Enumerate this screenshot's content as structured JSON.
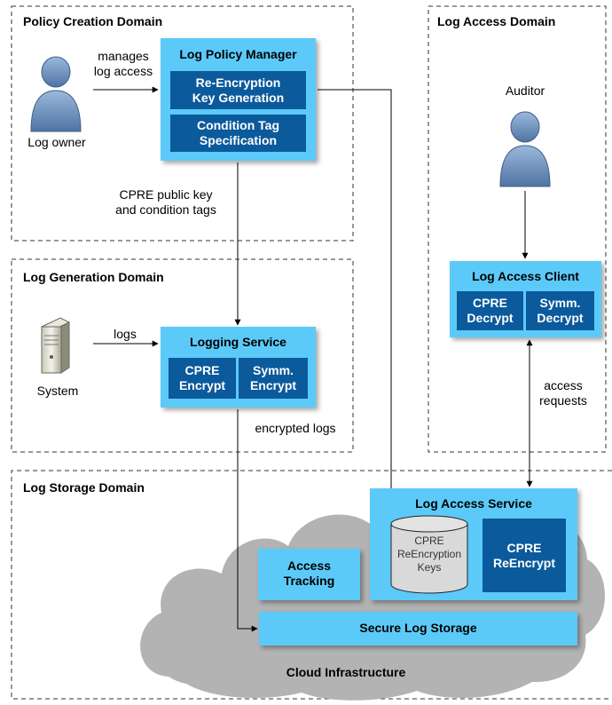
{
  "domains": {
    "policy_creation": "Policy Creation Domain",
    "log_access": "Log Access Domain",
    "log_generation": "Log Generation Domain",
    "log_storage": "Log Storage Domain"
  },
  "actors": {
    "log_owner": "Log owner",
    "auditor": "Auditor",
    "system": "System"
  },
  "log_policy_manager": {
    "title": "Log Policy Manager",
    "reencryption_keygen": "Re-Encryption\nKey Generation",
    "condition_tag": "Condition Tag\nSpecification"
  },
  "logging_service": {
    "title": "Logging Service",
    "cpre_encrypt": "CPRE\nEncrypt",
    "symm_encrypt": "Symm.\nEncrypt"
  },
  "log_access_client": {
    "title": "Log Access Client",
    "cpre_decrypt": "CPRE\nDecrypt",
    "symm_decrypt": "Symm.\nDecrypt"
  },
  "log_access_service": {
    "title": "Log Access Service",
    "keys": "CPRE\nReEncryption\nKeys",
    "cpre_reencrypt": "CPRE\nReEncrypt"
  },
  "access_tracking": "Access\nTracking",
  "secure_log_storage": "Secure Log Storage",
  "cloud_infrastructure": "Cloud Infrastructure",
  "edges": {
    "manages": "manages\nlog access",
    "cpre_public_key": "CPRE public key\nand condition tags",
    "logs": "logs",
    "encrypted_logs": "encrypted logs",
    "access_requests": "access\nrequests"
  },
  "colors": {
    "box": "#5ccaf9",
    "subbox": "#0b5a9c",
    "cloud": "#b3b3b3",
    "person": "#6d8fb8"
  }
}
